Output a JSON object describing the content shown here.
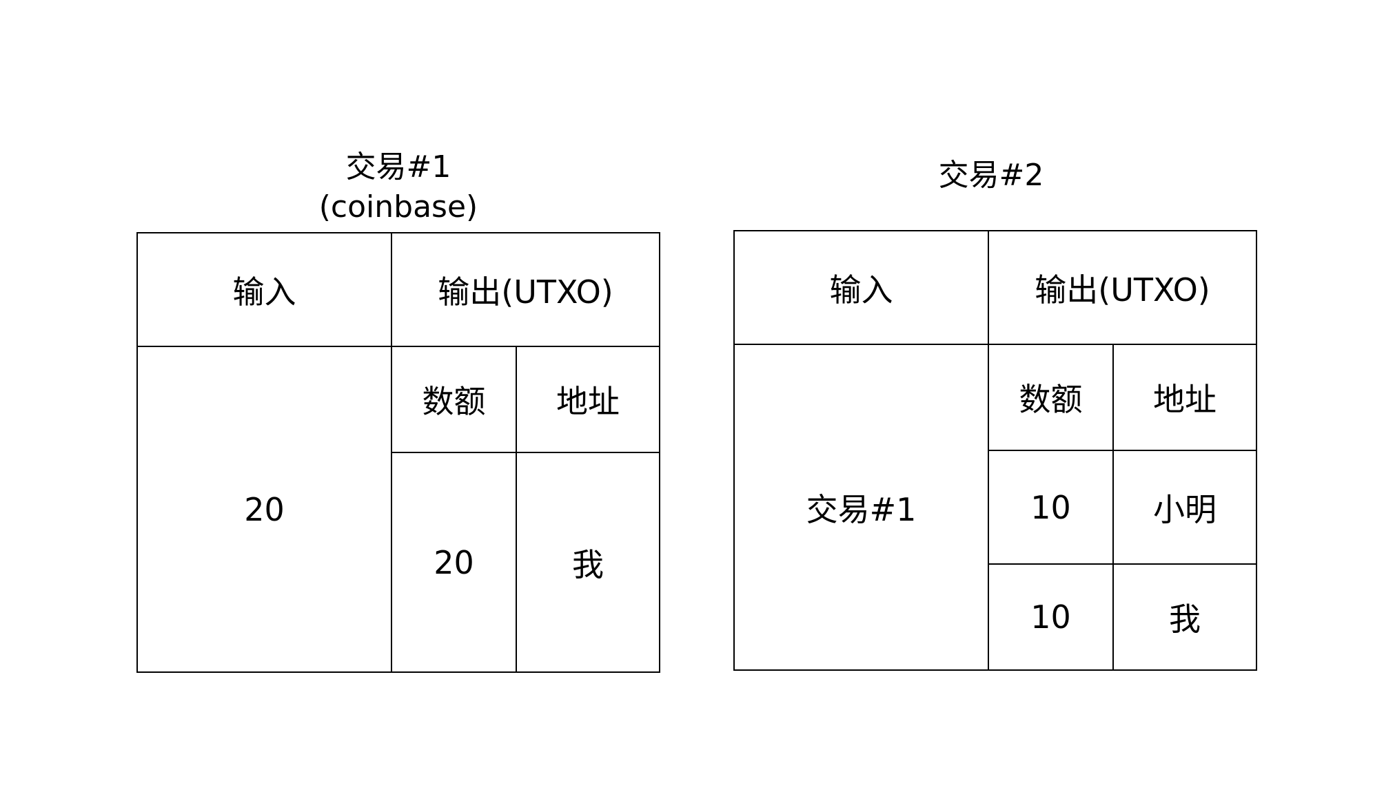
{
  "transactions": [
    {
      "title_line1": "交易#1",
      "title_line2": "(coinbase)",
      "input_header": "输入",
      "output_header": "输出(UTXO)",
      "amount_header": "数额",
      "address_header": "地址",
      "input_value": "20",
      "outputs": [
        {
          "amount": "20",
          "address": "我"
        }
      ]
    },
    {
      "title_line1": "交易#2",
      "input_header": "输入",
      "output_header": "输出(UTXO)",
      "amount_header": "数额",
      "address_header": "地址",
      "input_value": "交易#1",
      "outputs": [
        {
          "amount": "10",
          "address": "小明"
        },
        {
          "amount": "10",
          "address": "我"
        }
      ]
    }
  ]
}
